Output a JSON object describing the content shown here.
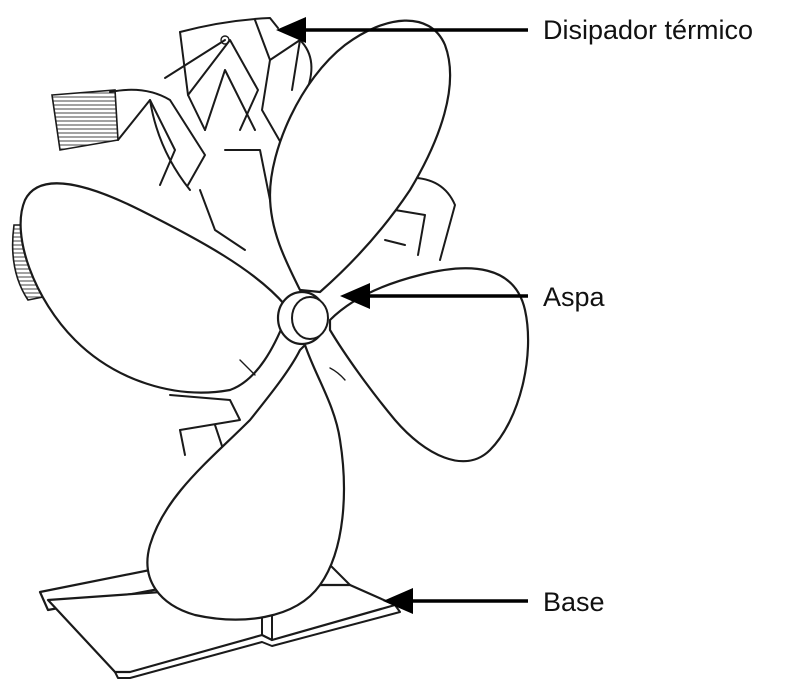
{
  "labels": {
    "heatsink": "Disipador térmico",
    "blade": "Aspa",
    "base": "Base"
  },
  "colors": {
    "line": "#1a1a1a",
    "background": "#ffffff"
  }
}
